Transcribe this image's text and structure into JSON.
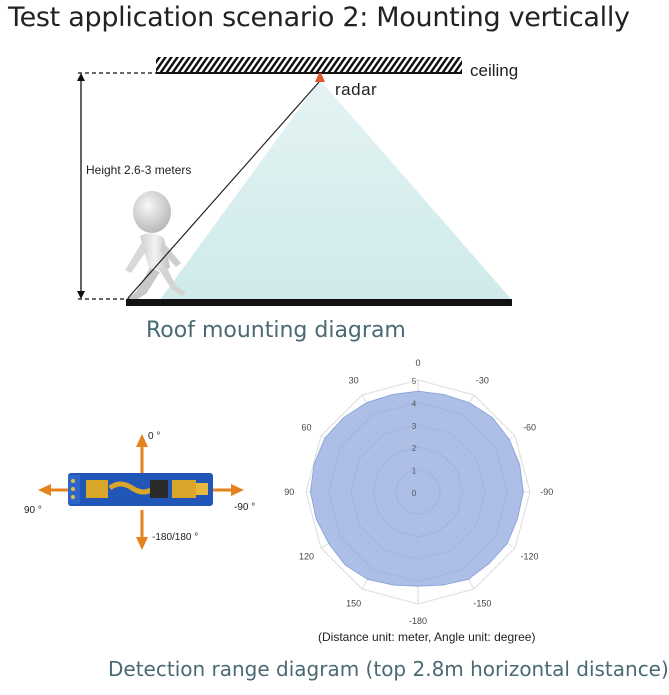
{
  "title": "Test application scenario 2: Mounting vertically",
  "mounting": {
    "ceiling_label": "ceiling",
    "radar_label": "radar",
    "height_label": "Height 2.6-3 meters",
    "caption": "Roof mounting diagram"
  },
  "orientation": {
    "up": "0 °",
    "left": "90 °",
    "right": "-90 °",
    "down": "-180/180 °"
  },
  "detection": {
    "caption": "Detection range diagram (top 2.8m horizontal distance)",
    "note": "(Distance unit: meter, Angle unit: degree)"
  },
  "chart_data": {
    "type": "polar-area",
    "radial_ticks": [
      "0",
      "1",
      "2",
      "3",
      "4",
      "5"
    ],
    "r_max": 5,
    "angle_labels": [
      {
        "angle": 0,
        "label": "0"
      },
      {
        "angle": -30,
        "label": "-30"
      },
      {
        "angle": -60,
        "label": "-60"
      },
      {
        "angle": -90,
        "label": "-90"
      },
      {
        "angle": -120,
        "label": "-120"
      },
      {
        "angle": -150,
        "label": "-150"
      },
      {
        "angle": 180,
        "label": "-180"
      },
      {
        "angle": 150,
        "label": "150"
      },
      {
        "angle": 120,
        "label": "120"
      },
      {
        "angle": 90,
        "label": "90"
      },
      {
        "angle": 60,
        "label": "60"
      },
      {
        "angle": 30,
        "label": "30"
      }
    ],
    "series": [
      {
        "points": [
          {
            "angle": 0,
            "r": 4.5
          },
          {
            "angle": -15,
            "r": 4.5
          },
          {
            "angle": -30,
            "r": 4.6
          },
          {
            "angle": -45,
            "r": 4.7
          },
          {
            "angle": -60,
            "r": 4.7
          },
          {
            "angle": -75,
            "r": 4.7
          },
          {
            "angle": -90,
            "r": 4.7
          },
          {
            "angle": -105,
            "r": 4.6
          },
          {
            "angle": -120,
            "r": 4.6
          },
          {
            "angle": -135,
            "r": 4.5
          },
          {
            "angle": -150,
            "r": 4.5
          },
          {
            "angle": -165,
            "r": 4.3
          },
          {
            "angle": 180,
            "r": 4.2
          },
          {
            "angle": 165,
            "r": 4.3
          },
          {
            "angle": 150,
            "r": 4.5
          },
          {
            "angle": 135,
            "r": 4.6
          },
          {
            "angle": 120,
            "r": 4.6
          },
          {
            "angle": 105,
            "r": 4.7
          },
          {
            "angle": 90,
            "r": 4.8
          },
          {
            "angle": 75,
            "r": 4.8
          },
          {
            "angle": 60,
            "r": 4.8
          },
          {
            "angle": 45,
            "r": 4.7
          },
          {
            "angle": 30,
            "r": 4.6
          },
          {
            "angle": 15,
            "r": 4.5
          }
        ]
      }
    ],
    "colors": {
      "fill": "#a9bce6",
      "stroke": "#8ea6da",
      "grid": "#dddddd"
    }
  }
}
